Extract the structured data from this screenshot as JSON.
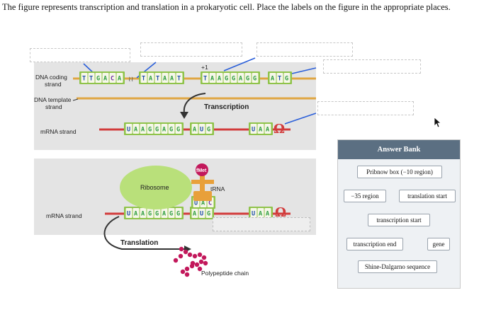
{
  "prompt": "The figure represents transcription and translation in a prokaryotic cell. Place the labels on the figure in the appropriate places.",
  "figure": {
    "labels": {
      "dna_coding": "DNA coding strand",
      "dna_coding_l1": "DNA coding",
      "dna_coding_l2": "strand",
      "dna_template_l1": "DNA template",
      "dna_template_l2": "strand",
      "mrna_1": "mRNA strand",
      "mrna_2": "mRNA strand",
      "transcription": "Transcription",
      "translation": "Translation",
      "ribosome": "Ribosome",
      "trna": "tRNA",
      "fmet": "fMet",
      "plus_one": "+1",
      "polypeptide": "Polypeptide chain"
    },
    "sequences": {
      "coding_a": [
        "T",
        "T",
        "G",
        "A",
        "C",
        "A"
      ],
      "coding_b": [
        "T",
        "A",
        "T",
        "A",
        "A",
        "T"
      ],
      "coding_c": [
        "T",
        "A",
        "A",
        "G",
        "G",
        "A",
        "G",
        "G"
      ],
      "coding_d": [
        "A",
        "T",
        "G"
      ],
      "mrna_sd": [
        "U",
        "A",
        "A",
        "G",
        "G",
        "A",
        "G",
        "G"
      ],
      "mrna_aug": [
        "A",
        "U",
        "G"
      ],
      "mrna_stop": [
        "U",
        "A",
        "A"
      ],
      "anticodon": [
        "U",
        "A",
        "C"
      ]
    },
    "colors": {
      "A": "#2e9e3f",
      "T": "#1f4fa8",
      "U": "#1f4fa8",
      "G": "#2e9e3f",
      "C": "#6a2aa0",
      "tile_bg": "#f7f7ea",
      "dna_line": "#e0a642",
      "mrna_line": "#d23b3b",
      "seq_box": "#8fc34a",
      "ribosome": "#b9e07a",
      "amino": "#c2185b",
      "fmet": "#c2185b",
      "trna": "#e8a03a",
      "leader": "#2b5fd9",
      "panel_bg": "#e4e4e4"
    }
  },
  "answer_bank": {
    "title": "Answer Bank",
    "chips": [
      "Pribnow box (−10 region)",
      "−35 region",
      "translation start",
      "transcription start",
      "transcription end",
      "gene",
      "Shine-Dalgarno sequence"
    ]
  }
}
